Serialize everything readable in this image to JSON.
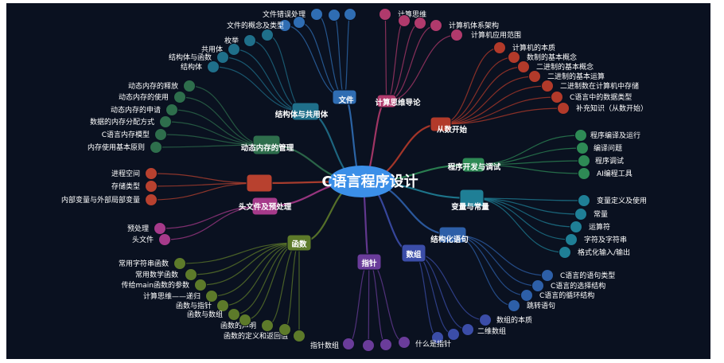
{
  "center": {
    "label": "C语言程序设计",
    "color": "#3b8fe8"
  },
  "branches": [
    {
      "id": "file",
      "label": "文件",
      "color": "#2f6db3",
      "leaves": [
        "文件错误处理",
        "文件的概念及类型"
      ]
    },
    {
      "id": "ct",
      "label": "计算思维导论",
      "color": "#b03a6c",
      "leaves": [
        "计算思维",
        "计算机体系架构",
        "计算机应用范围"
      ]
    },
    {
      "id": "start",
      "label": "从数开始",
      "color": "#b23a2a",
      "leaves": [
        "计算机的本质",
        "数制的基本概念",
        "二进制的基本概念",
        "二进制的基本运算",
        "二进制数在计算机中存储",
        "C语言中的数据类型",
        "补充知识（从数开始）"
      ]
    },
    {
      "id": "dev",
      "label": "程序开发与调试",
      "color": "#2e8a55",
      "leaves": [
        "程序编译及运行",
        "编译问题",
        "程序调试",
        "AI编程工具"
      ]
    },
    {
      "id": "var",
      "label": "变量与常量",
      "color": "#1f7f96",
      "leaves": [
        "变量定义及使用",
        "常量",
        "运算符",
        "字符及字符串",
        "格式化输入/输出"
      ]
    },
    {
      "id": "stmt",
      "label": "结构化语句",
      "color": "#2d5fa8",
      "leaves": [
        "C语言的语句类型",
        "C语言的选择结构",
        "C语言的循环结构",
        "跳转语句"
      ]
    },
    {
      "id": "arr",
      "label": "数组",
      "color": "#3b4da8",
      "leaves": [
        "数组的本质",
        "二维数组"
      ]
    },
    {
      "id": "ptr",
      "label": "指针",
      "color": "#6a3c9a",
      "leaves": [
        "指针数组",
        "什么是指针"
      ]
    },
    {
      "id": "func",
      "label": "函数",
      "color": "#5d7a2a",
      "leaves": [
        "常用字符串函数",
        "常用数学函数",
        "传给main函数的参数",
        "计算思维——递归",
        "函数与指针",
        "函数与数组",
        "函数的声明",
        "函数的定义和返回值"
      ]
    },
    {
      "id": "hdr",
      "label": "头文件及预处理",
      "color": "#a63a8a",
      "leaves": [
        "预处理",
        "头文件"
      ]
    },
    {
      "id": "proc",
      "label": "",
      "color": "#b8412f",
      "leaves": [
        "进程空间",
        "存储类型",
        "内部变量与外部局部变量"
      ]
    },
    {
      "id": "mem",
      "label": "动态内存的管理",
      "color": "#2e6e4c",
      "leaves": [
        "动态内存的释放",
        "动态内存的使用",
        "动态内存的申请",
        "数据的内存分配方式",
        "C语言内存模型",
        "内存使用基本原则"
      ]
    },
    {
      "id": "struct",
      "label": "结构体与共用体",
      "color": "#1f6f8a",
      "leaves": [
        "枚举",
        "共用体",
        "结构体与函数",
        "结构体"
      ]
    }
  ]
}
